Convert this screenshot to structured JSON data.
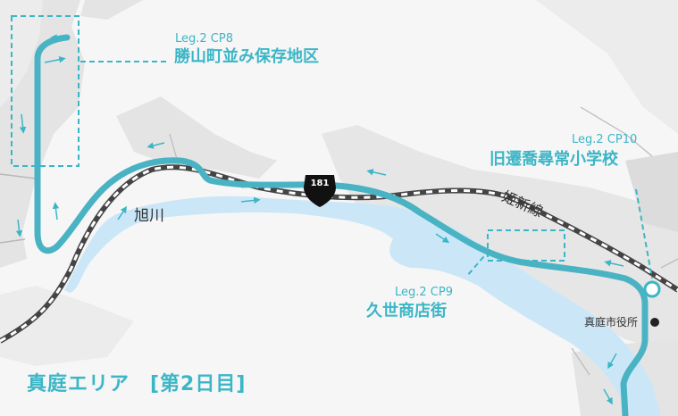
{
  "title": "真庭エリア　[第2日目]",
  "checkpoints": [
    {
      "code": "Leg.2 CP8",
      "name": "勝山町並み保存地区"
    },
    {
      "code": "Leg.2 CP9",
      "name": "久世商店街"
    },
    {
      "code": "Leg.2 CP10",
      "name": "旧遷喬尋常小学校"
    }
  ],
  "labels": {
    "river": "旭川",
    "railway": "姫新線",
    "route_number": "181",
    "city_hall": "真庭市役所"
  },
  "colors": {
    "route": "#4ab3c3",
    "accent": "#3bb6c6",
    "river": "#cbe7f7",
    "terrain": "#e3e3e3",
    "railway": "#444444",
    "text_dark": "#333333"
  }
}
